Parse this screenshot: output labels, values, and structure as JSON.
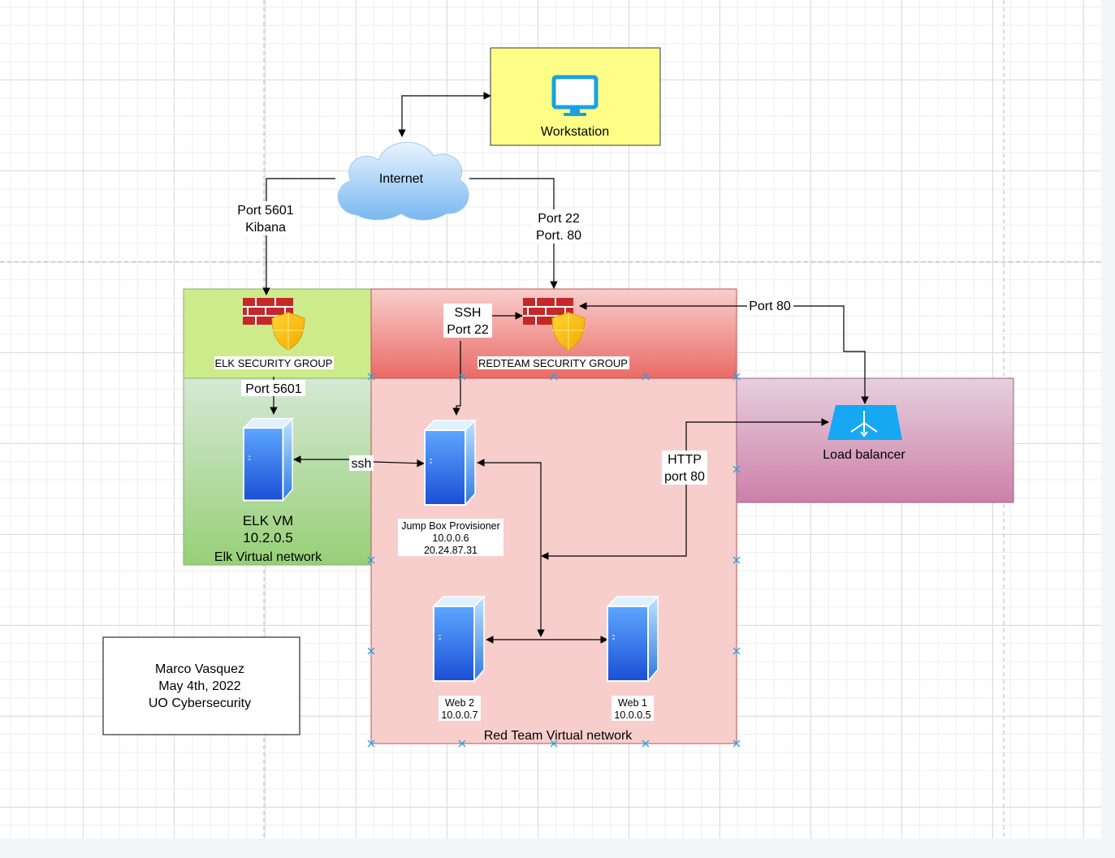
{
  "diagram": {
    "nodes": {
      "workstation": {
        "label": "Workstation",
        "icon": "monitor-icon",
        "fill": "#ffff88"
      },
      "internet": {
        "label": "Internet",
        "icon": "cloud-icon"
      },
      "elk_security_group": {
        "label": "ELK SECURITY GROUP",
        "icon": "firewall-shield-icon",
        "fill": "#cdeb8b"
      },
      "redteam_security_group": {
        "label": "REDTEAM SECURITY GROUP",
        "icon": "firewall-shield-icon",
        "fill": "#ea6b66"
      },
      "elk_vm": {
        "name": "ELK VM",
        "ip": "10.2.0.5",
        "icon": "server-icon"
      },
      "elk_network": {
        "label": "Elk Virtual network",
        "fill": "#97d077"
      },
      "jump_box": {
        "name": "Jump Box Provisioner",
        "ip_private": "10.0.0.6",
        "ip_public": "20.24.87.31",
        "icon": "server-icon"
      },
      "web2": {
        "name": "Web 2",
        "ip": "10.0.0.7",
        "icon": "server-icon"
      },
      "web1": {
        "name": "Web 1",
        "ip": "10.0.0.5",
        "icon": "server-icon"
      },
      "redteam_network": {
        "label": "Red Team Virtual network",
        "fill": "#f8cecc"
      },
      "load_balancer": {
        "label": "Load balancer",
        "icon": "load-balancer-icon",
        "fill": "#cd7fa8"
      },
      "author_box": {
        "line1": "Marco Vasquez",
        "line2": "May 4th, 2022",
        "line3": "UO Cybersecurity"
      }
    },
    "edges": {
      "internet_elk": {
        "line1": "Port 5601",
        "line2": "Kibana"
      },
      "internet_redteam": {
        "line1": "Port 22",
        "line2": "Port. 80"
      },
      "ssh_firewall": {
        "line1": "SSH",
        "line2": "Port 22"
      },
      "lb_port": {
        "label": "Port 80"
      },
      "elk_port": {
        "label": "Port 5601"
      },
      "ssh": {
        "label": "ssh"
      },
      "http": {
        "line1": "HTTP",
        "line2": "port 80"
      }
    }
  }
}
